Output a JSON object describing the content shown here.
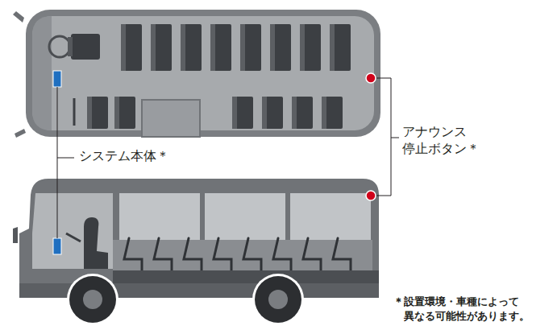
{
  "diagram": {
    "labels": [
      "システム本体＊",
      "アナウンス 停止ボタン＊",
      "＊設置環境・車種によって 異なる可能性があります。"
    ]
  }
}
